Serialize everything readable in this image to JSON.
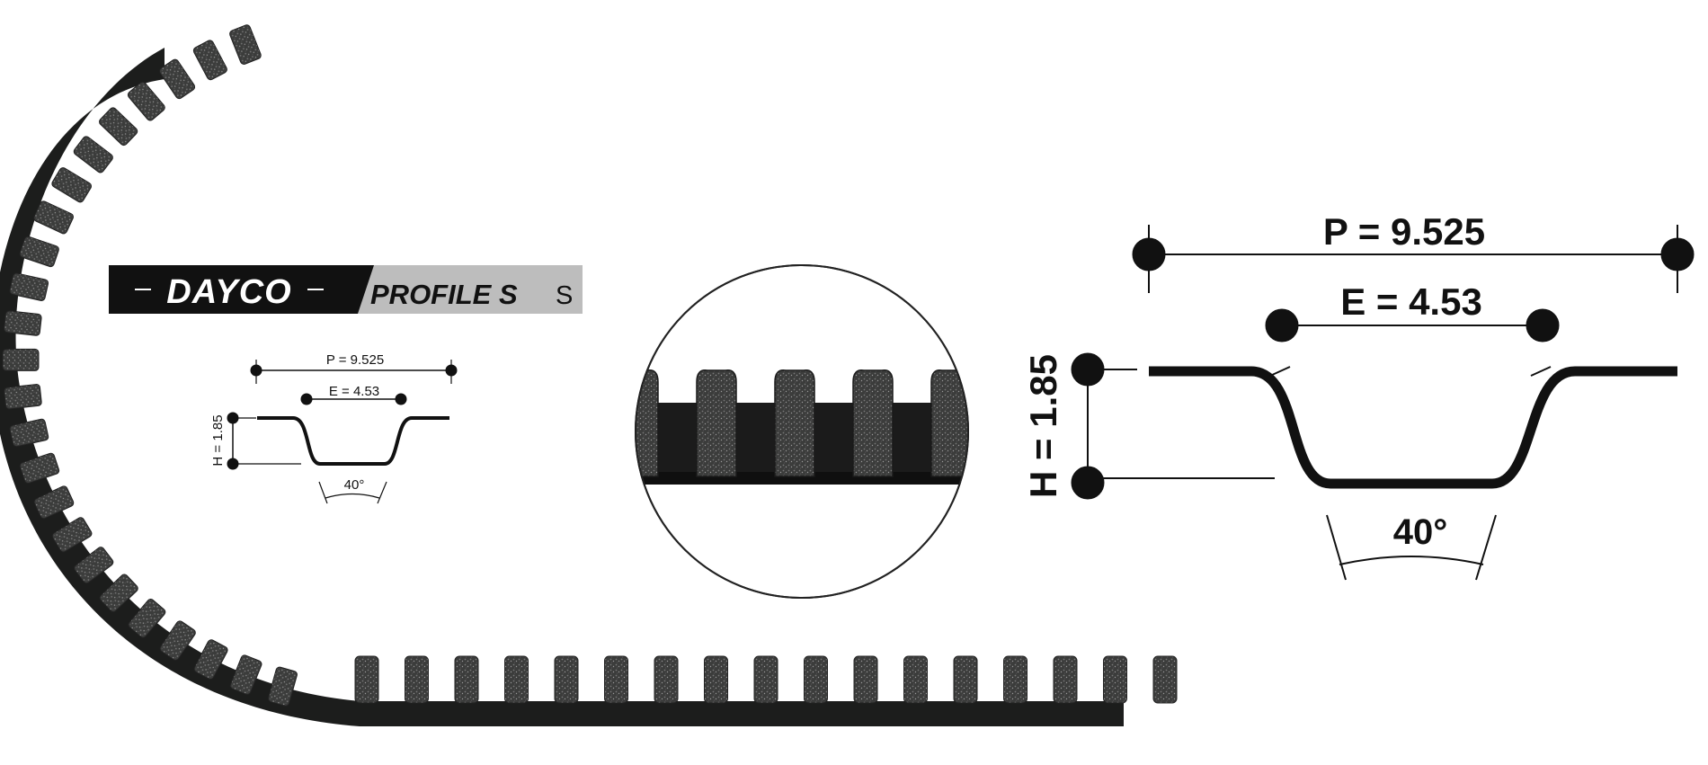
{
  "banner": {
    "brand": "DAYCO",
    "profile": "PROFILE S",
    "suffix": "S",
    "colors": {
      "brand_bg": "#111111",
      "brand_text": "#ffffff",
      "profile_bg": "#bdbdbd",
      "profile_text": "#111111"
    }
  },
  "small_diagram": {
    "pitch": "P = 9.525",
    "tooth_width": "E = 4.53",
    "height": "H = 1.85",
    "angle": "40°"
  },
  "large_diagram": {
    "pitch": "P = 9.525",
    "tooth_width": "E = 4.53",
    "height": "H = 1.85",
    "angle": "40°"
  },
  "colors": {
    "belt": "#1c1d1c",
    "tooth": "#3a3b3a",
    "line": "#111111"
  }
}
